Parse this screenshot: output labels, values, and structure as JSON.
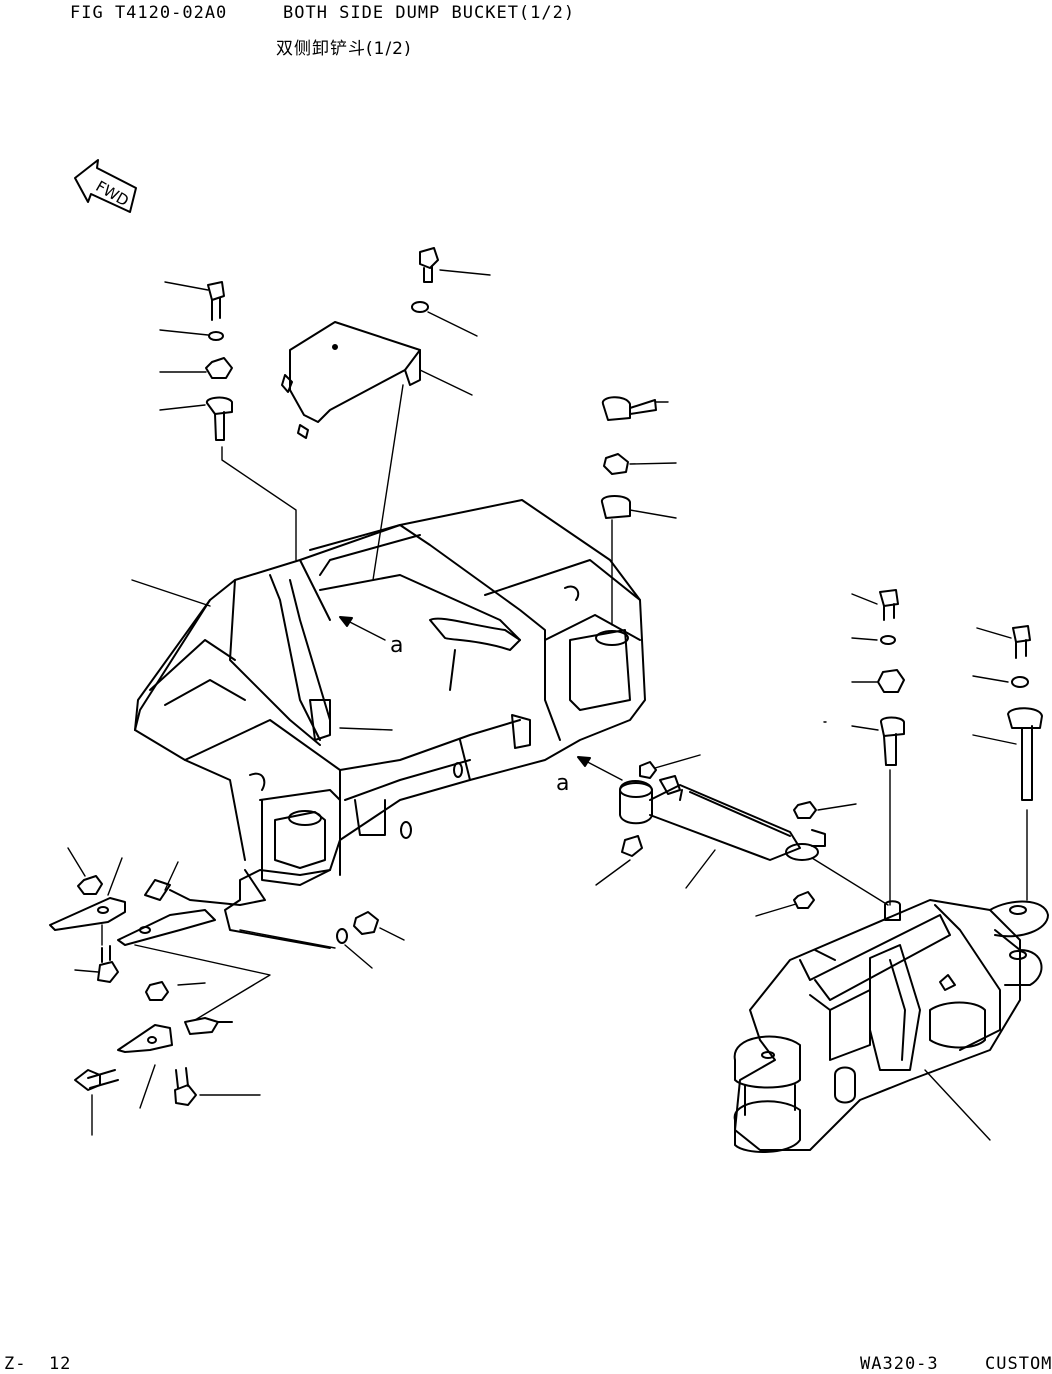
{
  "header": {
    "figure_id": "FIG T4120-02A0",
    "title": "BOTH SIDE DUMP BUCKET(1/2)",
    "title_cn": "双侧卸铲斗(1/2)"
  },
  "footer": {
    "page": "Z-  12",
    "model": "WA320-3",
    "label": "CUSTOM"
  },
  "diagram": {
    "view_marker_a_1": "a",
    "view_marker_a_2": "a",
    "fwd_label": "FWD"
  }
}
